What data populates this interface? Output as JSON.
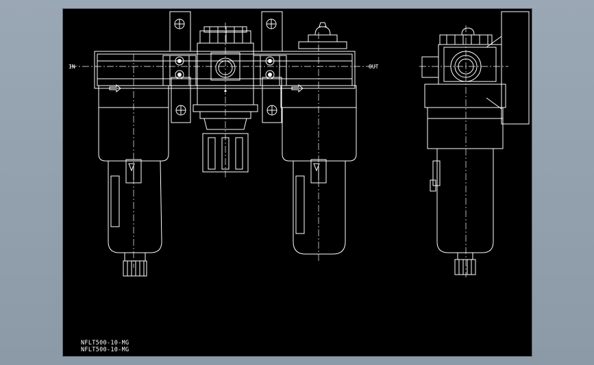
{
  "drawing": {
    "title_lines": [
      "NFLT500-10-MG",
      "NFLT500-10-MG"
    ],
    "port_labels": {
      "inlet": "IN",
      "outlet": "OUT"
    },
    "colors": {
      "background": "#000000",
      "lines": "#ffffff",
      "frame": "#93a1ae"
    }
  }
}
